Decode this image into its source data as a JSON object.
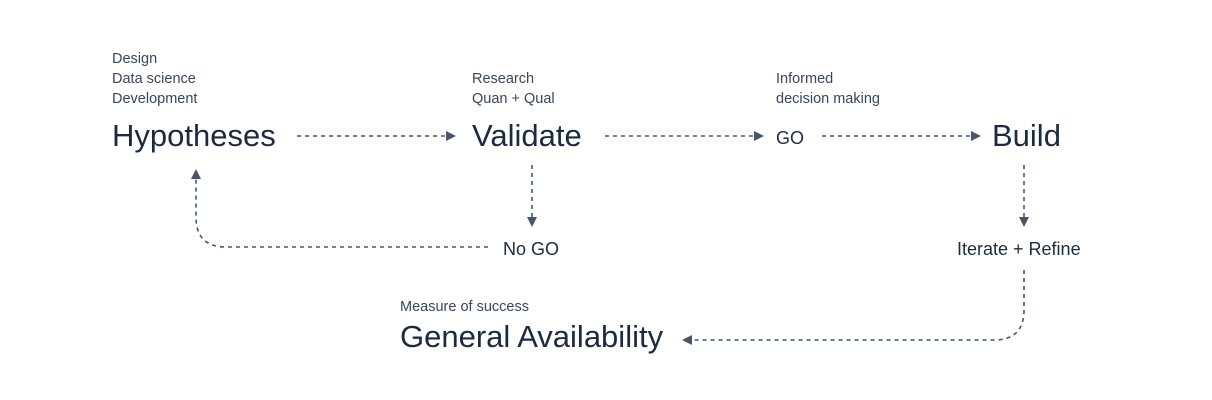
{
  "colors": {
    "text": "#1c2a40",
    "caption": "#3a4556",
    "connector": "#4a5568"
  },
  "hypotheses": {
    "title": "Hypotheses",
    "captions": [
      "Design",
      "Data science",
      "Development"
    ]
  },
  "validate": {
    "title": "Validate",
    "captions": [
      "Research",
      "Quan + Qual"
    ]
  },
  "go": {
    "label": "GO",
    "captions": [
      "Informed",
      "decision making"
    ]
  },
  "build": {
    "title": "Build"
  },
  "no_go": {
    "label": "No GO"
  },
  "iterate": {
    "label": "Iterate + Refine"
  },
  "general_availability": {
    "title": "General Availability",
    "captions": [
      "Measure of success"
    ]
  }
}
